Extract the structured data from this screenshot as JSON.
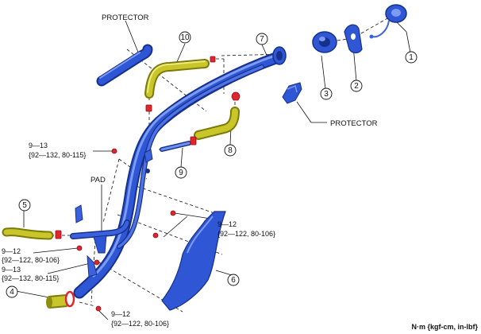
{
  "labels": {
    "protector_top": "PROTECTOR",
    "protector_right": "PROTECTOR",
    "pad": "PAD",
    "torque_1_main": "9—13",
    "torque_1_sub": "{92—132, 80-115}",
    "torque_2_main": "9—12",
    "torque_2_sub": "{92—122, 80-106}",
    "torque_3_main": "9—12",
    "torque_3_sub": "{92—122, 80-106}",
    "torque_4_main": "9—13",
    "torque_4_sub": "{92—132, 80-115}",
    "torque_5_main": "9—12",
    "torque_5_sub": "{92—122, 80-106}",
    "units": "N·m {kgf-cm, in-lbf}"
  },
  "callouts": [
    "1",
    "2",
    "3",
    "4",
    "5",
    "6",
    "7",
    "8",
    "9",
    "10"
  ],
  "colors": {
    "tube": "#2f56d4",
    "tube_dark": "#1b3aa0",
    "tube_light": "#6d8ff0",
    "hose": "#c9c629",
    "hose_dark": "#8f8c12",
    "clip": "#e0262d",
    "line": "#111111"
  }
}
